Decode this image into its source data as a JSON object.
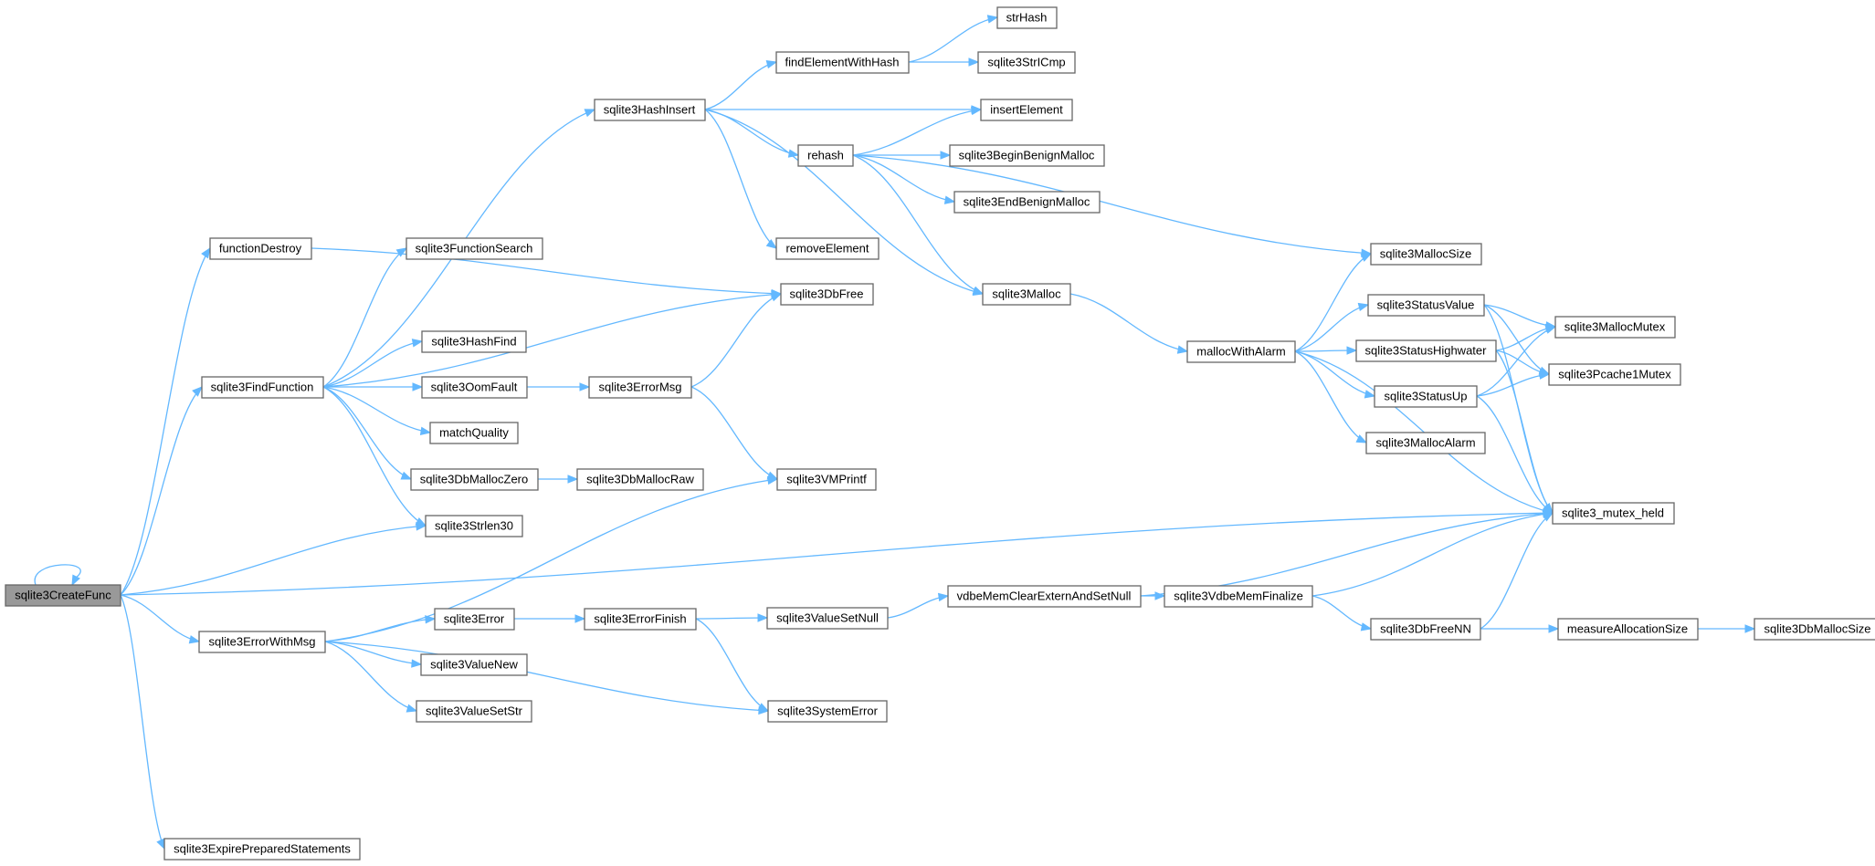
{
  "colors": {
    "edge": "#63B8FF",
    "node_border": "#666666",
    "node_fill": "#ffffff",
    "root_fill": "#999999"
  },
  "root": "sqlite3CreateFunc",
  "nodes": [
    {
      "id": "sqlite3CreateFunc",
      "label": "sqlite3CreateFunc"
    },
    {
      "id": "functionDestroy",
      "label": "functionDestroy"
    },
    {
      "id": "sqlite3FindFunction",
      "label": "sqlite3FindFunction"
    },
    {
      "id": "sqlite3ErrorWithMsg",
      "label": "sqlite3ErrorWithMsg"
    },
    {
      "id": "sqlite3ExpirePreparedStatements",
      "label": "sqlite3ExpirePreparedStatements"
    },
    {
      "id": "sqlite3HashInsert",
      "label": "sqlite3HashInsert"
    },
    {
      "id": "sqlite3FunctionSearch",
      "label": "sqlite3FunctionSearch"
    },
    {
      "id": "sqlite3HashFind",
      "label": "sqlite3HashFind"
    },
    {
      "id": "sqlite3OomFault",
      "label": "sqlite3OomFault"
    },
    {
      "id": "matchQuality",
      "label": "matchQuality"
    },
    {
      "id": "sqlite3DbMallocZero",
      "label": "sqlite3DbMallocZero"
    },
    {
      "id": "sqlite3Strlen30",
      "label": "sqlite3Strlen30"
    },
    {
      "id": "sqlite3Error",
      "label": "sqlite3Error"
    },
    {
      "id": "sqlite3ValueNew",
      "label": "sqlite3ValueNew"
    },
    {
      "id": "sqlite3ValueSetStr",
      "label": "sqlite3ValueSetStr"
    },
    {
      "id": "sqlite3ErrorMsg",
      "label": "sqlite3ErrorMsg"
    },
    {
      "id": "sqlite3DbMallocRaw",
      "label": "sqlite3DbMallocRaw"
    },
    {
      "id": "sqlite3ErrorFinish",
      "label": "sqlite3ErrorFinish"
    },
    {
      "id": "findElementWithHash",
      "label": "findElementWithHash"
    },
    {
      "id": "rehash",
      "label": "rehash"
    },
    {
      "id": "removeElement",
      "label": "removeElement"
    },
    {
      "id": "sqlite3DbFree",
      "label": "sqlite3DbFree"
    },
    {
      "id": "sqlite3VMPrintf",
      "label": "sqlite3VMPrintf"
    },
    {
      "id": "sqlite3ValueSetNull",
      "label": "sqlite3ValueSetNull"
    },
    {
      "id": "sqlite3SystemError",
      "label": "sqlite3SystemError"
    },
    {
      "id": "strHash",
      "label": "strHash"
    },
    {
      "id": "sqlite3StrICmp",
      "label": "sqlite3StrICmp"
    },
    {
      "id": "insertElement",
      "label": "insertElement"
    },
    {
      "id": "sqlite3BeginBenignMalloc",
      "label": "sqlite3BeginBenignMalloc"
    },
    {
      "id": "sqlite3EndBenignMalloc",
      "label": "sqlite3EndBenignMalloc"
    },
    {
      "id": "sqlite3Malloc",
      "label": "sqlite3Malloc"
    },
    {
      "id": "vdbeMemClearExternAndSetNull",
      "label": "vdbeMemClearExternAndSetNull"
    },
    {
      "id": "sqlite3MallocSize",
      "label": "sqlite3MallocSize"
    },
    {
      "id": "mallocWithAlarm",
      "label": "mallocWithAlarm"
    },
    {
      "id": "sqlite3VdbeMemFinalize",
      "label": "sqlite3VdbeMemFinalize"
    },
    {
      "id": "sqlite3StatusValue",
      "label": "sqlite3StatusValue"
    },
    {
      "id": "sqlite3StatusHighwater",
      "label": "sqlite3StatusHighwater"
    },
    {
      "id": "sqlite3StatusUp",
      "label": "sqlite3StatusUp"
    },
    {
      "id": "sqlite3MallocAlarm",
      "label": "sqlite3MallocAlarm"
    },
    {
      "id": "sqlite3DbFreeNN",
      "label": "sqlite3DbFreeNN"
    },
    {
      "id": "sqlite3MallocMutex",
      "label": "sqlite3MallocMutex"
    },
    {
      "id": "sqlite3Pcache1Mutex",
      "label": "sqlite3Pcache1Mutex"
    },
    {
      "id": "sqlite3_mutex_held",
      "label": "sqlite3_mutex_held"
    },
    {
      "id": "measureAllocationSize",
      "label": "measureAllocationSize"
    },
    {
      "id": "sqlite3DbMallocSize",
      "label": "sqlite3DbMallocSize"
    }
  ],
  "edges": [
    [
      "sqlite3CreateFunc",
      "sqlite3CreateFunc"
    ],
    [
      "sqlite3CreateFunc",
      "functionDestroy"
    ],
    [
      "sqlite3CreateFunc",
      "sqlite3FindFunction"
    ],
    [
      "sqlite3CreateFunc",
      "sqlite3Strlen30"
    ],
    [
      "sqlite3CreateFunc",
      "sqlite3ErrorWithMsg"
    ],
    [
      "sqlite3CreateFunc",
      "sqlite3ExpirePreparedStatements"
    ],
    [
      "sqlite3CreateFunc",
      "sqlite3_mutex_held"
    ],
    [
      "functionDestroy",
      "sqlite3DbFree"
    ],
    [
      "sqlite3FindFunction",
      "sqlite3HashInsert"
    ],
    [
      "sqlite3FindFunction",
      "sqlite3FunctionSearch"
    ],
    [
      "sqlite3FindFunction",
      "sqlite3DbFree"
    ],
    [
      "sqlite3FindFunction",
      "sqlite3HashFind"
    ],
    [
      "sqlite3FindFunction",
      "sqlite3OomFault"
    ],
    [
      "sqlite3FindFunction",
      "matchQuality"
    ],
    [
      "sqlite3FindFunction",
      "sqlite3DbMallocZero"
    ],
    [
      "sqlite3FindFunction",
      "sqlite3Strlen30"
    ],
    [
      "sqlite3ErrorWithMsg",
      "sqlite3VMPrintf"
    ],
    [
      "sqlite3ErrorWithMsg",
      "sqlite3Error"
    ],
    [
      "sqlite3ErrorWithMsg",
      "sqlite3ValueNew"
    ],
    [
      "sqlite3ErrorWithMsg",
      "sqlite3ValueSetStr"
    ],
    [
      "sqlite3ErrorWithMsg",
      "sqlite3SystemError"
    ],
    [
      "sqlite3HashInsert",
      "findElementWithHash"
    ],
    [
      "sqlite3HashInsert",
      "insertElement"
    ],
    [
      "sqlite3HashInsert",
      "rehash"
    ],
    [
      "sqlite3HashInsert",
      "removeElement"
    ],
    [
      "sqlite3HashInsert",
      "sqlite3Malloc"
    ],
    [
      "findElementWithHash",
      "strHash"
    ],
    [
      "findElementWithHash",
      "sqlite3StrICmp"
    ],
    [
      "rehash",
      "insertElement"
    ],
    [
      "rehash",
      "sqlite3BeginBenignMalloc"
    ],
    [
      "rehash",
      "sqlite3EndBenignMalloc"
    ],
    [
      "rehash",
      "sqlite3MallocSize"
    ],
    [
      "rehash",
      "sqlite3Malloc"
    ],
    [
      "sqlite3OomFault",
      "sqlite3ErrorMsg"
    ],
    [
      "sqlite3ErrorMsg",
      "sqlite3DbFree"
    ],
    [
      "sqlite3ErrorMsg",
      "sqlite3VMPrintf"
    ],
    [
      "sqlite3DbMallocZero",
      "sqlite3DbMallocRaw"
    ],
    [
      "sqlite3Error",
      "sqlite3ErrorFinish"
    ],
    [
      "sqlite3ErrorFinish",
      "sqlite3ValueSetNull"
    ],
    [
      "sqlite3ErrorFinish",
      "sqlite3SystemError"
    ],
    [
      "sqlite3ValueSetNull",
      "vdbeMemClearExternAndSetNull"
    ],
    [
      "vdbeMemClearExternAndSetNull",
      "sqlite3VdbeMemFinalize"
    ],
    [
      "vdbeMemClearExternAndSetNull",
      "sqlite3_mutex_held"
    ],
    [
      "sqlite3VdbeMemFinalize",
      "sqlite3DbFreeNN"
    ],
    [
      "sqlite3VdbeMemFinalize",
      "sqlite3_mutex_held"
    ],
    [
      "sqlite3Malloc",
      "mallocWithAlarm"
    ],
    [
      "mallocWithAlarm",
      "sqlite3MallocSize"
    ],
    [
      "mallocWithAlarm",
      "sqlite3StatusValue"
    ],
    [
      "mallocWithAlarm",
      "sqlite3StatusHighwater"
    ],
    [
      "mallocWithAlarm",
      "sqlite3StatusUp"
    ],
    [
      "mallocWithAlarm",
      "sqlite3MallocAlarm"
    ],
    [
      "mallocWithAlarm",
      "sqlite3_mutex_held"
    ],
    [
      "sqlite3StatusValue",
      "sqlite3MallocMutex"
    ],
    [
      "sqlite3StatusValue",
      "sqlite3Pcache1Mutex"
    ],
    [
      "sqlite3StatusValue",
      "sqlite3_mutex_held"
    ],
    [
      "sqlite3StatusHighwater",
      "sqlite3MallocMutex"
    ],
    [
      "sqlite3StatusHighwater",
      "sqlite3Pcache1Mutex"
    ],
    [
      "sqlite3StatusHighwater",
      "sqlite3_mutex_held"
    ],
    [
      "sqlite3StatusUp",
      "sqlite3MallocMutex"
    ],
    [
      "sqlite3StatusUp",
      "sqlite3Pcache1Mutex"
    ],
    [
      "sqlite3StatusUp",
      "sqlite3_mutex_held"
    ],
    [
      "sqlite3DbFreeNN",
      "sqlite3_mutex_held"
    ],
    [
      "sqlite3DbFreeNN",
      "measureAllocationSize"
    ],
    [
      "measureAllocationSize",
      "sqlite3DbMallocSize"
    ]
  ]
}
